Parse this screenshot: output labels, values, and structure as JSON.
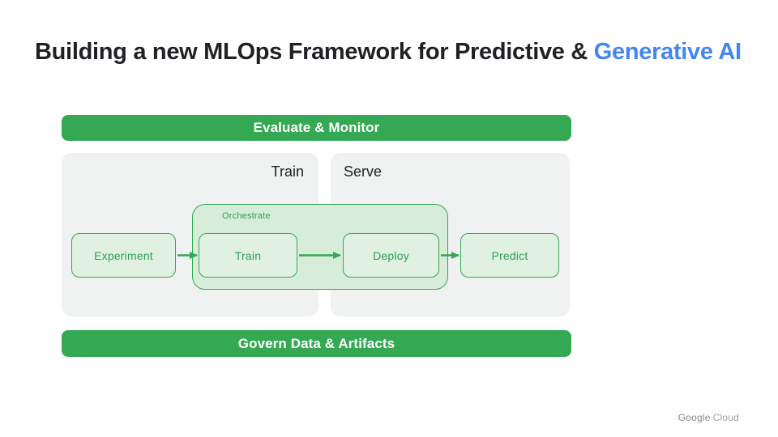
{
  "slide": {
    "title": {
      "prefix": "Building a new MLOps Framework for Predictive & ",
      "highlight": "Generative AI"
    },
    "banners": {
      "top": "Evaluate & Monitor",
      "bottom": "Govern Data & Artifacts"
    },
    "panels": {
      "train": "Train",
      "serve": "Serve"
    },
    "orchestrate": {
      "label": "Orchestrate"
    },
    "nodes": [
      {
        "label": "Experiment"
      },
      {
        "label": "Train"
      },
      {
        "label": "Deploy"
      },
      {
        "label": "Predict"
      }
    ],
    "footer": {
      "brand_primary": "Google",
      "brand_secondary": "Cloud"
    },
    "colors": {
      "banner_green": "#34A853",
      "node_fill": "#E0F1E2",
      "orchestrate_fill": "#D8ECDA",
      "panel_gray": "#F0F1F1",
      "accent_blue": "#4285F4",
      "text_dark": "#202124",
      "brand_gray": "#9AA0A6"
    }
  }
}
